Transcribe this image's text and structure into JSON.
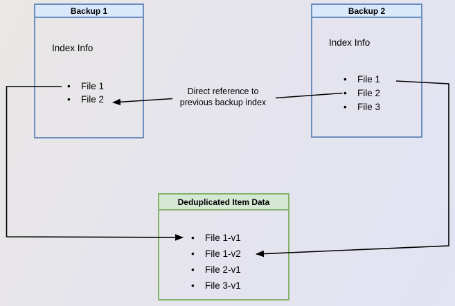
{
  "diagram": {
    "backup1": {
      "title": "Backup 1",
      "index_label": "Index Info",
      "files": [
        "File 1",
        "File 2"
      ]
    },
    "backup2": {
      "title": "Backup 2",
      "index_label": "Index Info",
      "files": [
        "File 1",
        "File 2",
        "File 3"
      ]
    },
    "dedup": {
      "title": "Deduplicated Item Data",
      "files": [
        "File 1-v1",
        "File 1-v2",
        "File 2-v1",
        "File 3-v1"
      ]
    },
    "annotation": {
      "line1": "Direct reference to",
      "line2": "previous backup index"
    }
  },
  "colors": {
    "blue_header_fill": "#dae8fc",
    "blue_border": "#6c8ebf",
    "green_header_fill": "#d5e8d4",
    "green_border": "#82b366",
    "arrow": "#000000",
    "background_top_left": "#eae7e5",
    "background_bottom_right": "#e2e3f3"
  }
}
